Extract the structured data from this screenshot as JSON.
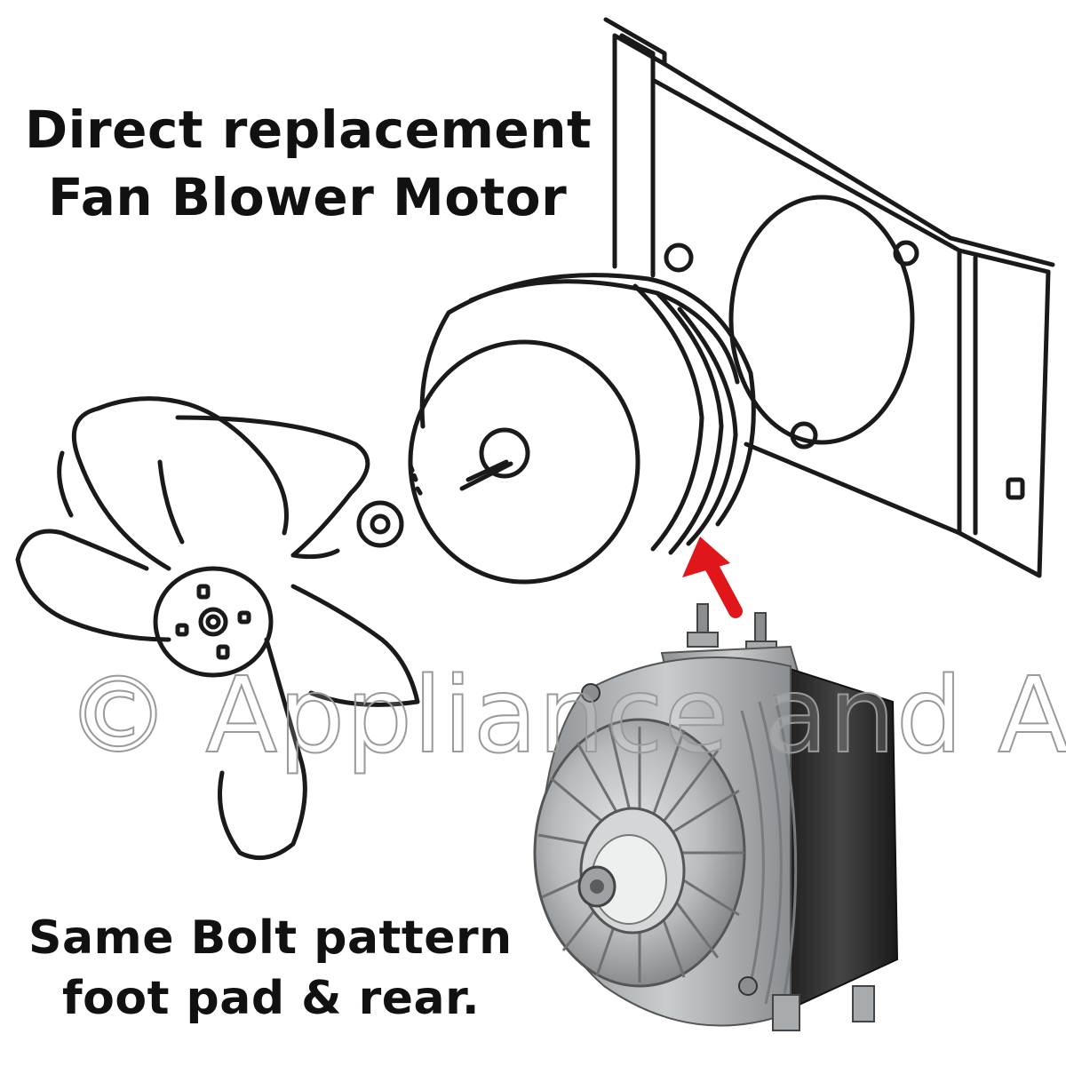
{
  "headline": {
    "line1": "Direct replacement",
    "line2": "Fan Blower Motor"
  },
  "footer": {
    "line1": "Same Bolt pattern",
    "line2": "foot pad & rear."
  },
  "watermark": "© Appliance and Air",
  "colors": {
    "text": "#111111",
    "line_art": "#1a1a1a",
    "arrow": "#e0161b",
    "motor_metal": "#b9bcbe",
    "motor_core": "#2a2a2a",
    "watermark_outline": "#9a9a9a"
  },
  "icons": {
    "arrow": "red-arrow-icon"
  }
}
